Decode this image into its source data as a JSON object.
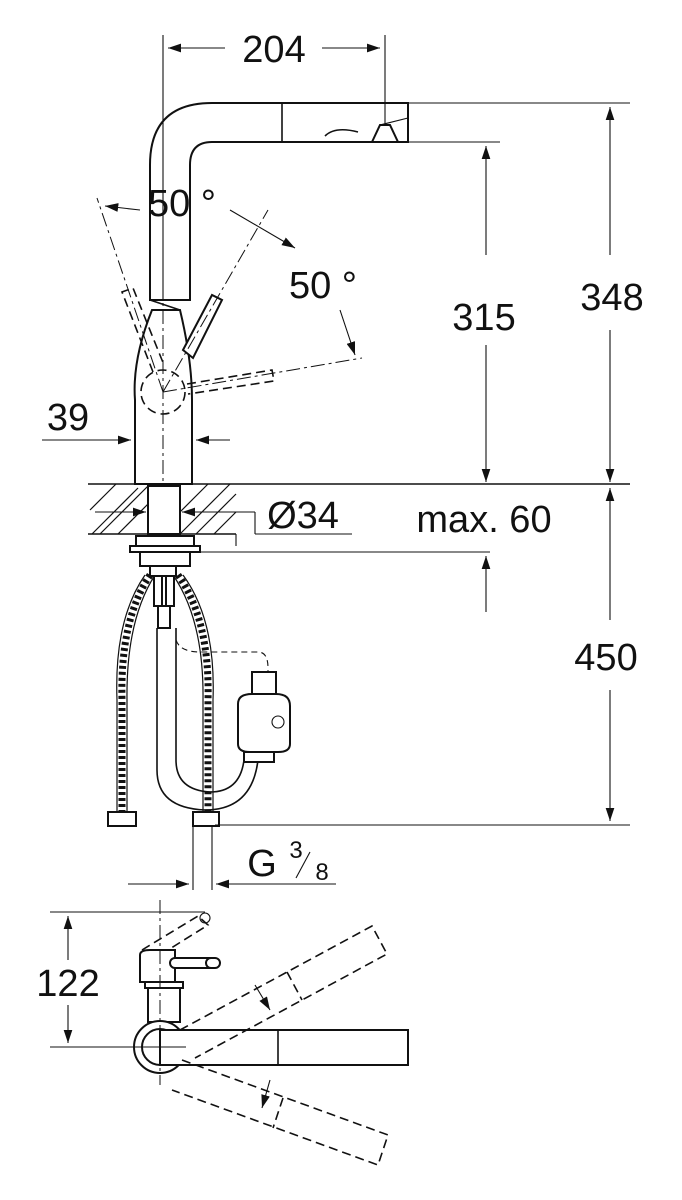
{
  "diagram": {
    "labels": {
      "width_spout": "204",
      "lever_angle_left": "50 °",
      "lever_angle_right": "50 °",
      "spout_height": "315",
      "total_height": "348",
      "lever_offset": "39",
      "hole_diameter": "Ø34",
      "deck_thickness": "max. 60",
      "hose_length": "450",
      "thread_main": "G",
      "thread_num": "3",
      "thread_den": "8",
      "plan_depth": "122"
    }
  }
}
